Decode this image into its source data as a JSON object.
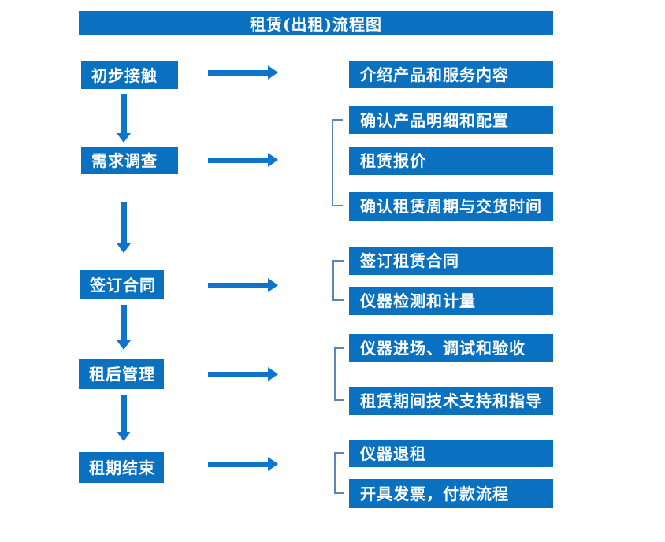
{
  "title": "租赁(出租)流程图",
  "colors": {
    "primary": "#0a71c1",
    "arrow": "#0f75cc",
    "bracket": "#5b84bd",
    "text_on_primary": "#ffffff",
    "background": "#ffffff"
  },
  "stages": [
    {
      "label": "初步接触",
      "details": [
        "介绍产品和服务内容"
      ]
    },
    {
      "label": "需求调查",
      "details": [
        "确认产品明细和配置",
        "租赁报价",
        "确认租赁周期与交货时间"
      ]
    },
    {
      "label": "签订合同",
      "details": [
        "签订租赁合同",
        "仪器检测和计量"
      ]
    },
    {
      "label": "租后管理",
      "details": [
        "仪器进场、调试和验收",
        "租赁期间技术支持和指导"
      ]
    },
    {
      "label": "租期结束",
      "details": [
        "仪器退租",
        "开具发票，付款流程"
      ]
    }
  ]
}
